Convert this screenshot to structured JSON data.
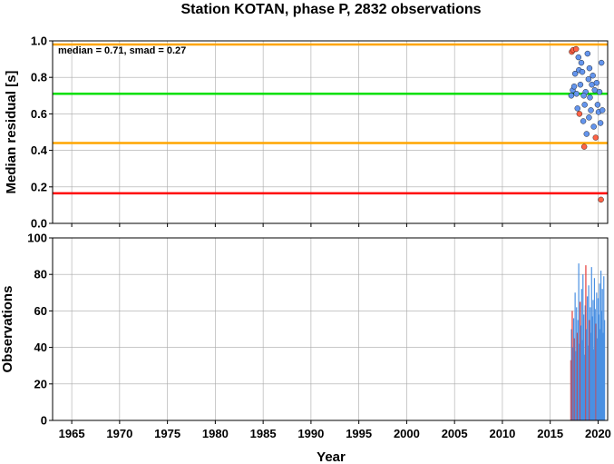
{
  "chart_data": {
    "type": "scatter",
    "title": "Station KOTAN, phase P, 2832 observations",
    "xlabel": "Year",
    "xlim": [
      1963,
      2021
    ],
    "x_ticks": [
      1965,
      1970,
      1975,
      1980,
      1985,
      1990,
      1995,
      2000,
      2005,
      2010,
      2015,
      2020
    ],
    "grid": true,
    "top_panel": {
      "type": "scatter",
      "ylabel": "Median residual [s]",
      "ylim": [
        0,
        1.0
      ],
      "y_ticks": [
        0.0,
        0.2,
        0.4,
        0.6,
        0.8,
        1.0
      ],
      "y_tick_labels": [
        "0.0",
        "0.2",
        "0.4",
        "0.6",
        "0.8",
        "1.0"
      ],
      "annotation": "median = 0.71, smad = 0.27",
      "reference_lines": [
        {
          "y": 0.98,
          "color": "#ffa500"
        },
        {
          "y": 0.71,
          "color": "#00e000"
        },
        {
          "y": 0.44,
          "color": "#ffa500"
        },
        {
          "y": 0.165,
          "color": "#ff0000"
        }
      ],
      "point_colors": {
        "normal": "#6495ed",
        "outlier": "#ff6347"
      },
      "points": [
        {
          "x": 2017.25,
          "y": 0.94,
          "outlier": true
        },
        {
          "x": 2017.4,
          "y": 0.95,
          "outlier": true
        },
        {
          "x": 2017.7,
          "y": 0.955,
          "outlier": true
        },
        {
          "x": 2017.2,
          "y": 0.7,
          "outlier": false
        },
        {
          "x": 2017.35,
          "y": 0.73,
          "outlier": false
        },
        {
          "x": 2017.5,
          "y": 0.75,
          "outlier": false
        },
        {
          "x": 2017.6,
          "y": 0.82,
          "outlier": false
        },
        {
          "x": 2017.75,
          "y": 0.71,
          "outlier": false
        },
        {
          "x": 2017.85,
          "y": 0.63,
          "outlier": false
        },
        {
          "x": 2017.95,
          "y": 0.91,
          "outlier": false
        },
        {
          "x": 2018.0,
          "y": 0.84,
          "outlier": false
        },
        {
          "x": 2018.05,
          "y": 0.6,
          "outlier": true
        },
        {
          "x": 2018.15,
          "y": 0.76,
          "outlier": false
        },
        {
          "x": 2018.25,
          "y": 0.88,
          "outlier": false
        },
        {
          "x": 2018.35,
          "y": 0.83,
          "outlier": false
        },
        {
          "x": 2018.45,
          "y": 0.56,
          "outlier": false
        },
        {
          "x": 2018.55,
          "y": 0.42,
          "outlier": true
        },
        {
          "x": 2018.6,
          "y": 0.65,
          "outlier": false
        },
        {
          "x": 2018.7,
          "y": 0.72,
          "outlier": false
        },
        {
          "x": 2018.8,
          "y": 0.49,
          "outlier": false
        },
        {
          "x": 2018.9,
          "y": 0.93,
          "outlier": false
        },
        {
          "x": 2019.0,
          "y": 0.79,
          "outlier": false
        },
        {
          "x": 2019.05,
          "y": 0.58,
          "outlier": false
        },
        {
          "x": 2019.15,
          "y": 0.69,
          "outlier": false
        },
        {
          "x": 2019.25,
          "y": 0.62,
          "outlier": false
        },
        {
          "x": 2019.35,
          "y": 0.76,
          "outlier": false
        },
        {
          "x": 2019.45,
          "y": 0.81,
          "outlier": false
        },
        {
          "x": 2019.55,
          "y": 0.53,
          "outlier": false
        },
        {
          "x": 2019.65,
          "y": 0.73,
          "outlier": false
        },
        {
          "x": 2019.75,
          "y": 0.47,
          "outlier": true
        },
        {
          "x": 2019.85,
          "y": 0.77,
          "outlier": false
        },
        {
          "x": 2019.95,
          "y": 0.65,
          "outlier": false
        },
        {
          "x": 2020.05,
          "y": 0.61,
          "outlier": false
        },
        {
          "x": 2020.15,
          "y": 0.72,
          "outlier": false
        },
        {
          "x": 2020.25,
          "y": 0.55,
          "outlier": false
        },
        {
          "x": 2020.35,
          "y": 0.88,
          "outlier": false
        },
        {
          "x": 2020.45,
          "y": 0.62,
          "outlier": false
        },
        {
          "x": 2020.3,
          "y": 0.13,
          "outlier": true
        },
        {
          "x": 2018.5,
          "y": 0.7,
          "outlier": false
        },
        {
          "x": 2019.1,
          "y": 0.85,
          "outlier": false
        }
      ]
    },
    "bottom_panel": {
      "type": "bar",
      "ylabel": "Observations",
      "ylim": [
        0,
        100
      ],
      "y_ticks": [
        0,
        20,
        40,
        60,
        80,
        100
      ],
      "bar_colors": {
        "normal": "#4a90e2",
        "outlier": "#e53935"
      },
      "bars": [
        {
          "x": 2017.15,
          "y": 33,
          "outlier": true
        },
        {
          "x": 2017.22,
          "y": 50,
          "outlier": false
        },
        {
          "x": 2017.3,
          "y": 60,
          "outlier": true
        },
        {
          "x": 2017.38,
          "y": 40,
          "outlier": false
        },
        {
          "x": 2017.45,
          "y": 56,
          "outlier": false
        },
        {
          "x": 2017.52,
          "y": 45,
          "outlier": true
        },
        {
          "x": 2017.6,
          "y": 70,
          "outlier": false
        },
        {
          "x": 2017.68,
          "y": 38,
          "outlier": false
        },
        {
          "x": 2017.75,
          "y": 62,
          "outlier": false
        },
        {
          "x": 2017.82,
          "y": 48,
          "outlier": true
        },
        {
          "x": 2017.9,
          "y": 55,
          "outlier": false
        },
        {
          "x": 2017.98,
          "y": 86,
          "outlier": false
        },
        {
          "x": 2018.05,
          "y": 42,
          "outlier": false
        },
        {
          "x": 2018.12,
          "y": 65,
          "outlier": true
        },
        {
          "x": 2018.2,
          "y": 52,
          "outlier": false
        },
        {
          "x": 2018.28,
          "y": 72,
          "outlier": false
        },
        {
          "x": 2018.35,
          "y": 44,
          "outlier": false
        },
        {
          "x": 2018.42,
          "y": 80,
          "outlier": false
        },
        {
          "x": 2018.5,
          "y": 58,
          "outlier": false
        },
        {
          "x": 2018.58,
          "y": 36,
          "outlier": false
        },
        {
          "x": 2018.65,
          "y": 63,
          "outlier": false
        },
        {
          "x": 2018.72,
          "y": 85,
          "outlier": true
        },
        {
          "x": 2018.8,
          "y": 50,
          "outlier": false
        },
        {
          "x": 2018.88,
          "y": 68,
          "outlier": false
        },
        {
          "x": 2018.95,
          "y": 41,
          "outlier": false
        },
        {
          "x": 2019.02,
          "y": 74,
          "outlier": false
        },
        {
          "x": 2019.1,
          "y": 55,
          "outlier": true
        },
        {
          "x": 2019.18,
          "y": 62,
          "outlier": false
        },
        {
          "x": 2019.25,
          "y": 48,
          "outlier": false
        },
        {
          "x": 2019.32,
          "y": 84,
          "outlier": false
        },
        {
          "x": 2019.4,
          "y": 57,
          "outlier": false
        },
        {
          "x": 2019.48,
          "y": 66,
          "outlier": false
        },
        {
          "x": 2019.55,
          "y": 39,
          "outlier": false
        },
        {
          "x": 2019.62,
          "y": 78,
          "outlier": false
        },
        {
          "x": 2019.7,
          "y": 61,
          "outlier": false
        },
        {
          "x": 2019.78,
          "y": 53,
          "outlier": true
        },
        {
          "x": 2019.85,
          "y": 70,
          "outlier": false
        },
        {
          "x": 2019.92,
          "y": 45,
          "outlier": false
        },
        {
          "x": 2020.0,
          "y": 67,
          "outlier": false
        },
        {
          "x": 2020.08,
          "y": 58,
          "outlier": false
        },
        {
          "x": 2020.15,
          "y": 75,
          "outlier": false
        },
        {
          "x": 2020.22,
          "y": 50,
          "outlier": false
        },
        {
          "x": 2020.3,
          "y": 82,
          "outlier": false
        },
        {
          "x": 2020.38,
          "y": 60,
          "outlier": false
        },
        {
          "x": 2020.45,
          "y": 72,
          "outlier": false
        },
        {
          "x": 2020.52,
          "y": 48,
          "outlier": false
        },
        {
          "x": 2020.6,
          "y": 79,
          "outlier": false
        },
        {
          "x": 2020.68,
          "y": 55,
          "outlier": false
        }
      ]
    }
  }
}
